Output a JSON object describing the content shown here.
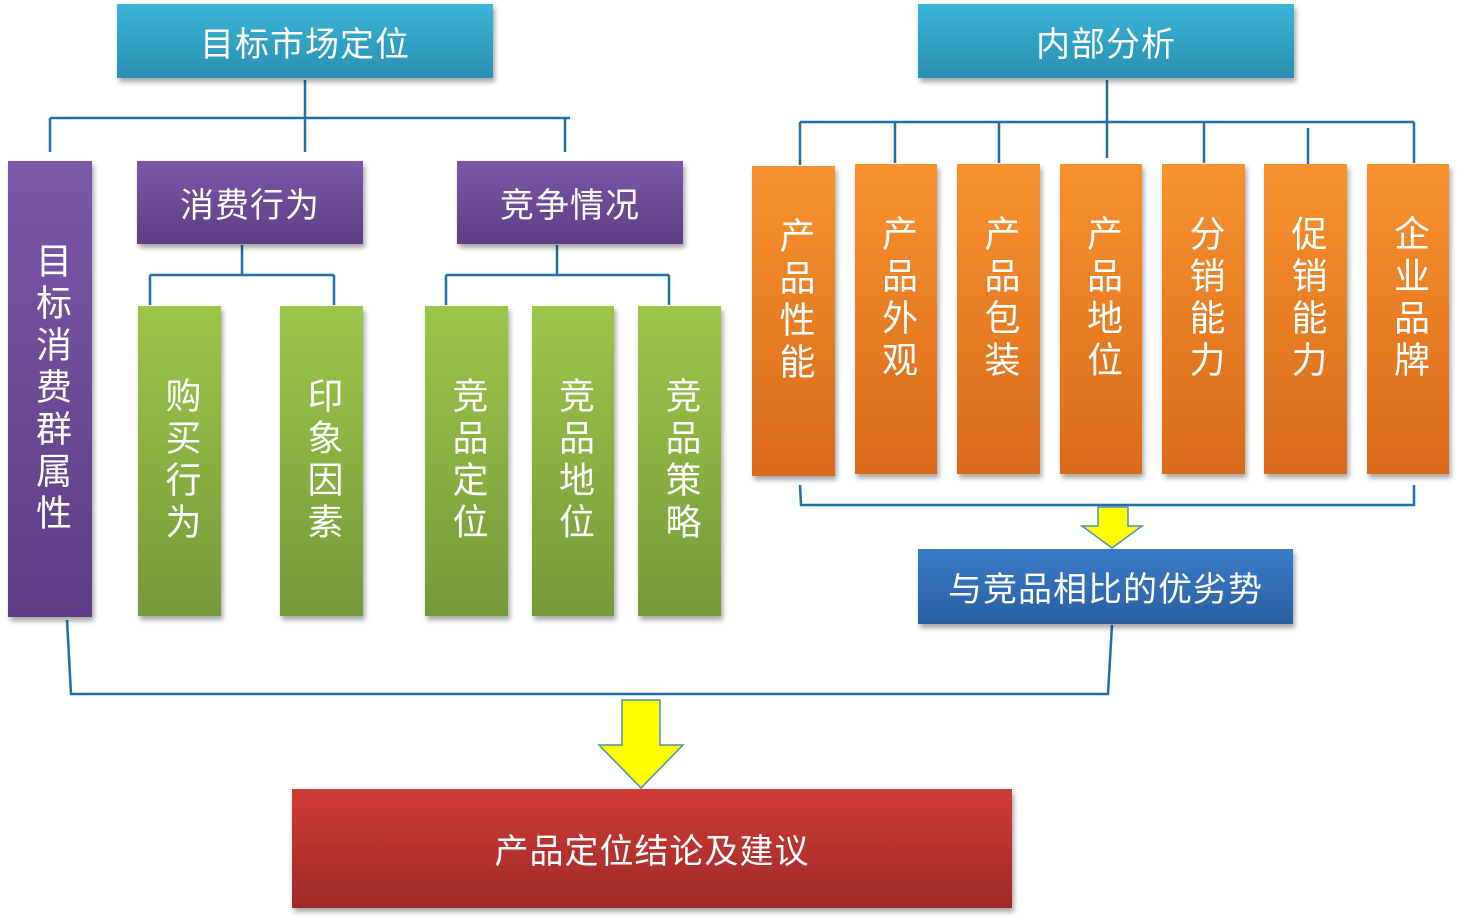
{
  "market": {
    "title": "目标市场定位",
    "target_group": "目标消费群属性",
    "consumer_behavior": {
      "title": "消费行为",
      "items": [
        "购买行为",
        "印象因素"
      ]
    },
    "competition": {
      "title": "竞争情况",
      "items": [
        "竞品定位",
        "竞品地位",
        "竞品策略"
      ]
    }
  },
  "internal": {
    "title": "内部分析",
    "items": [
      "产品性能",
      "产品外观",
      "产品包装",
      "产品地位",
      "分销能力",
      "促销能力",
      "企业品牌"
    ]
  },
  "comparison": "与竞品相比的优劣势",
  "conclusion": "产品定位结论及建议",
  "colors": {
    "level1": "#3bb5d8",
    "level2": "#7b58a8",
    "leaf_market": "#9dc54a",
    "leaf_internal": "#f7922f",
    "comparison": "#3a7bc8",
    "conclusion": "#d03b36",
    "arrow": "#ffff00",
    "connector": "#1f6fa8"
  }
}
